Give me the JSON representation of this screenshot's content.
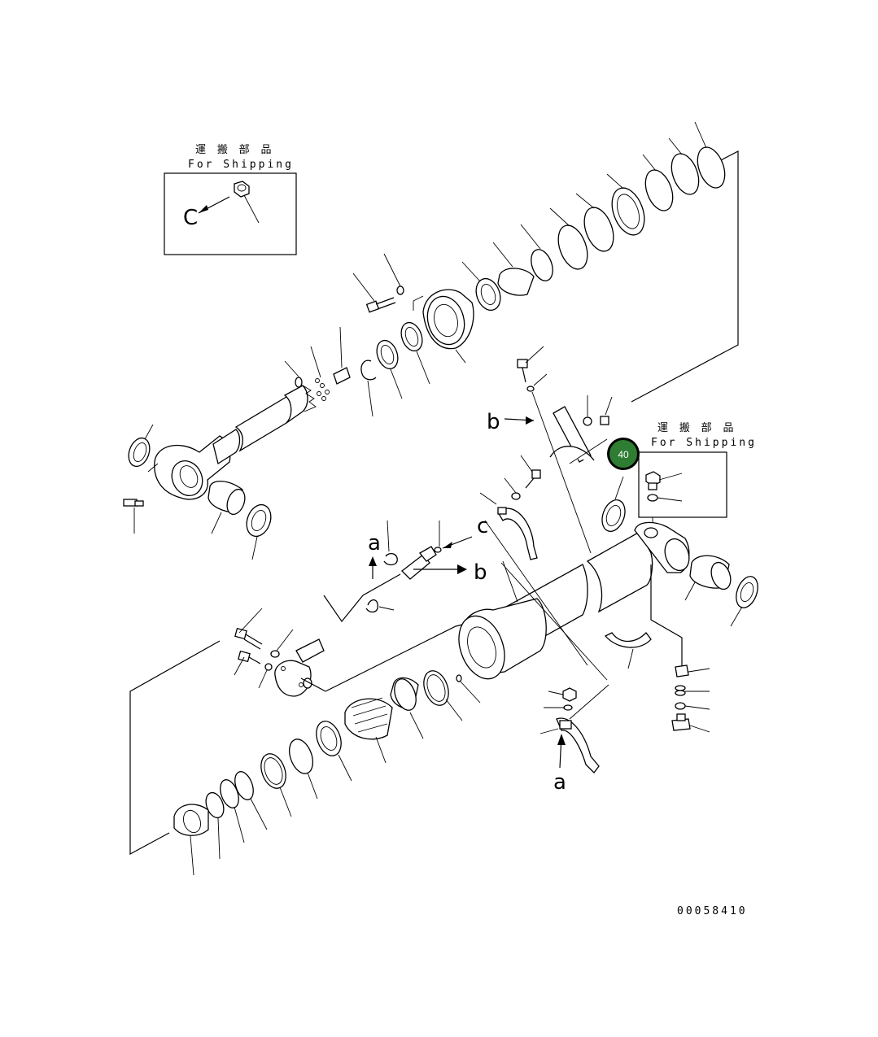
{
  "shipping_box_1": {
    "jp": "運 搬 部 品",
    "en": "For Shipping",
    "letter": "C"
  },
  "shipping_box_2": {
    "jp": "運 搬 部 品",
    "en": "For Shipping"
  },
  "ref_letters": {
    "a1": "a",
    "a2": "a",
    "b1": "b",
    "b2": "b",
    "c1": "c"
  },
  "callout": {
    "number": "40",
    "color": "#2e7d32"
  },
  "drawing_number": "00058410"
}
